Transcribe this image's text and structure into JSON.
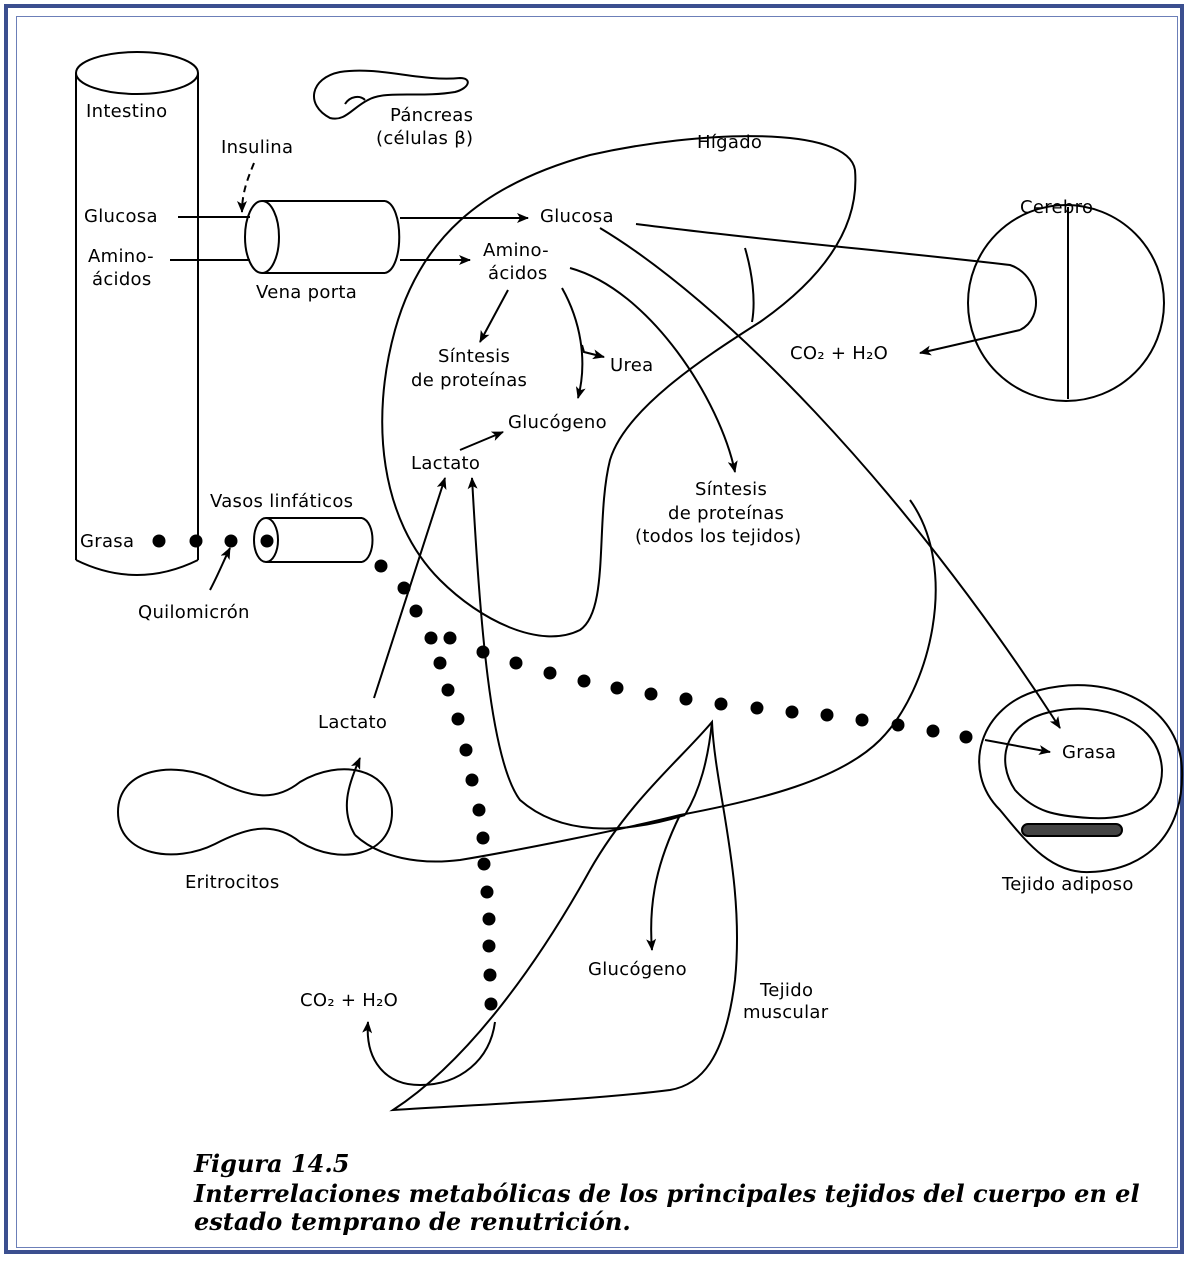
{
  "diagram": {
    "organs": {
      "intestine": "Intestino",
      "pancreas_line1": "Páncreas",
      "pancreas_line2": "(células β)",
      "liver": "Hígado",
      "brain": "Cerebro",
      "erythrocytes": "Eritrocitos",
      "adipose": "Tejido adiposo",
      "muscle_line1": "Tejido",
      "muscle_line2": "muscular"
    },
    "vessels": {
      "portal_vein": "Vena porta",
      "lymphatics": "Vasos linfáticos"
    },
    "metabolites": {
      "insulin": "Insulina",
      "glucose_intestine": "Glucosa",
      "amino_intestine_line1": "Amino-",
      "amino_intestine_line2": "ácidos",
      "glucose_liver": "Glucosa",
      "amino_liver_line1": "Amino-",
      "amino_liver_line2": "ácidos",
      "protein_synth_liver_line1": "Síntesis",
      "protein_synth_liver_line2": "de proteínas",
      "urea": "Urea",
      "glycogen_liver": "Glucógeno",
      "lactate_liver": "Lactato",
      "protein_synth_all_line1": "Síntesis",
      "protein_synth_all_line2": "de proteínas",
      "protein_synth_all_line3": "(todos los tejidos)",
      "co2_h2o_brain": "CO₂ + H₂O",
      "fat_intestine": "Grasa",
      "chylomicron": "Quilomicrón",
      "lactate_rbc": "Lactato",
      "fat_adipose": "Grasa",
      "glycogen_muscle": "Glucógeno",
      "co2_h2o_muscle": "CO₂ + H₂O"
    }
  },
  "caption": {
    "figure_number": "Figura 14.5",
    "line1": "Interrelaciones metabólicas de los principales tejidos del cuerpo en el",
    "line2": "estado temprano de renutrición."
  },
  "colors": {
    "frame_border": "#3b4f8f",
    "ink": "#000000"
  }
}
